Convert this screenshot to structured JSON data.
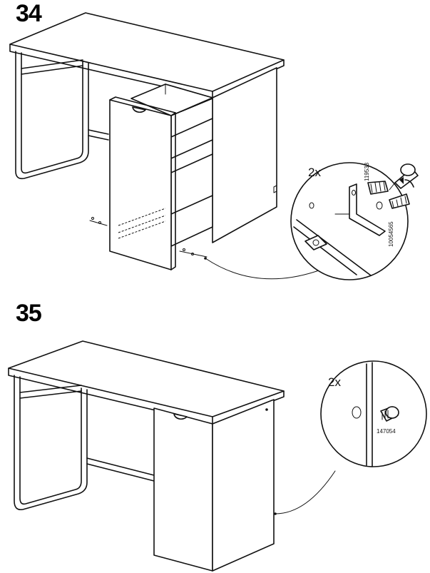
{
  "steps": [
    {
      "number": "34",
      "quantity": "2x",
      "parts": [
        "119533",
        "10054565"
      ]
    },
    {
      "number": "35",
      "quantity": "2x",
      "parts": [
        "147054"
      ]
    }
  ]
}
